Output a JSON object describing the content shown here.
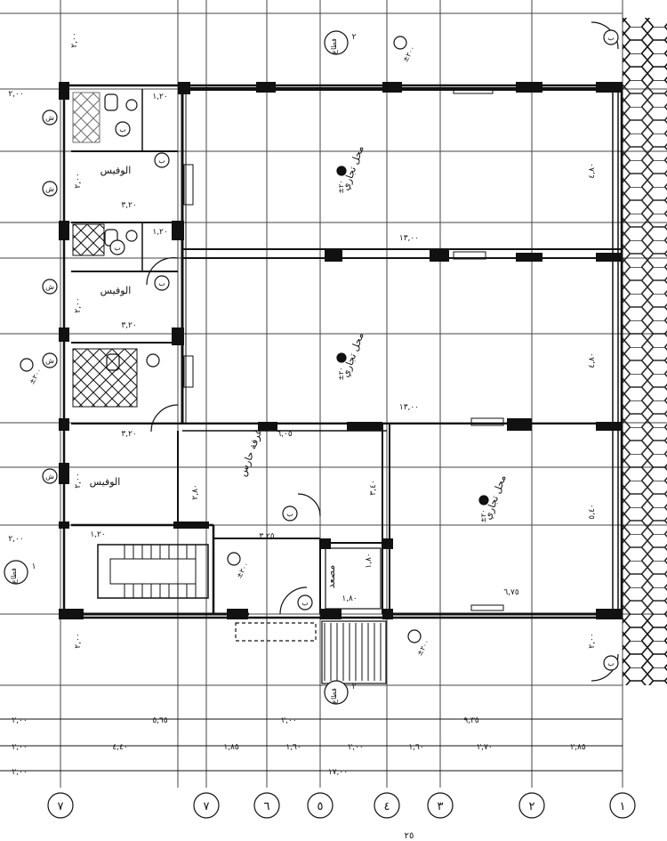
{
  "rooms": [
    {
      "label": "محل تجاري",
      "level": "±٢٠"
    },
    {
      "label": "محل تجاري",
      "level": "±٢٠"
    },
    {
      "label": "محل تجاري",
      "level": "±٢٠"
    },
    {
      "label": "غرفة حارس",
      "level": ""
    },
    {
      "label": "الوفيس",
      "level": ""
    },
    {
      "label": "الوفيس",
      "level": ""
    },
    {
      "label": "الوفيس",
      "level": ""
    },
    {
      "label": "مصعد",
      "level": ""
    }
  ],
  "door_tags": [
    "ب",
    "ب",
    "ب",
    "ب",
    "ب",
    "ب",
    "ب",
    "ب"
  ],
  "window_tags": [
    "ش",
    "ش",
    "ش",
    "ش",
    "ش"
  ],
  "levels": [
    "±٢٠٠",
    "±٢٠٠",
    "±٢٠٠",
    "±٢٠٠"
  ],
  "section_marks": [
    {
      "label": "قطاع",
      "num": "٢"
    },
    {
      "label": "قطاع",
      "num": "١"
    },
    {
      "label": "قطاع",
      "num": "٢"
    }
  ],
  "dims_interior": [
    "١٣,٠٠",
    "١٣,٠٠",
    "٦,٠٥",
    "٦,٧٥",
    "٣,٢٥",
    "٤,٨٠",
    "٤,٨٠",
    "٥,٤٠",
    "٣,٤٠",
    "٢,٨٠",
    "٣,٢٠",
    "٣,٢٠",
    "٣,٢٠",
    "١,٢٠",
    "١,٢٠",
    "١,٢٠",
    "١,٨٠",
    "١,٨٠",
    "٢,٠٠",
    "٢,٠٠",
    "٢,٠٠",
    "٢,٠٠",
    "٢,٠٠",
    "٢,٠٠",
    "٢,٠٠",
    "٢,٠٠"
  ],
  "dims_rows": [
    [
      "٢,٠٠",
      "٥,٦٥",
      "٢,٠٠",
      "٩,٣٥"
    ],
    [
      "٢,٠٠",
      "٤,٤٠",
      "١,٨٥",
      "١,٦٠",
      "٢,٠٠",
      "١,٦٠",
      "٢,٧٠",
      "٢,٨٥"
    ],
    [
      "٢,٠٠",
      "١٧,٠٠"
    ]
  ],
  "axes": [
    "٧",
    "٧",
    "٦",
    "٥",
    "٤",
    "٣",
    "٢",
    "١"
  ],
  "page_number": "٢٥"
}
